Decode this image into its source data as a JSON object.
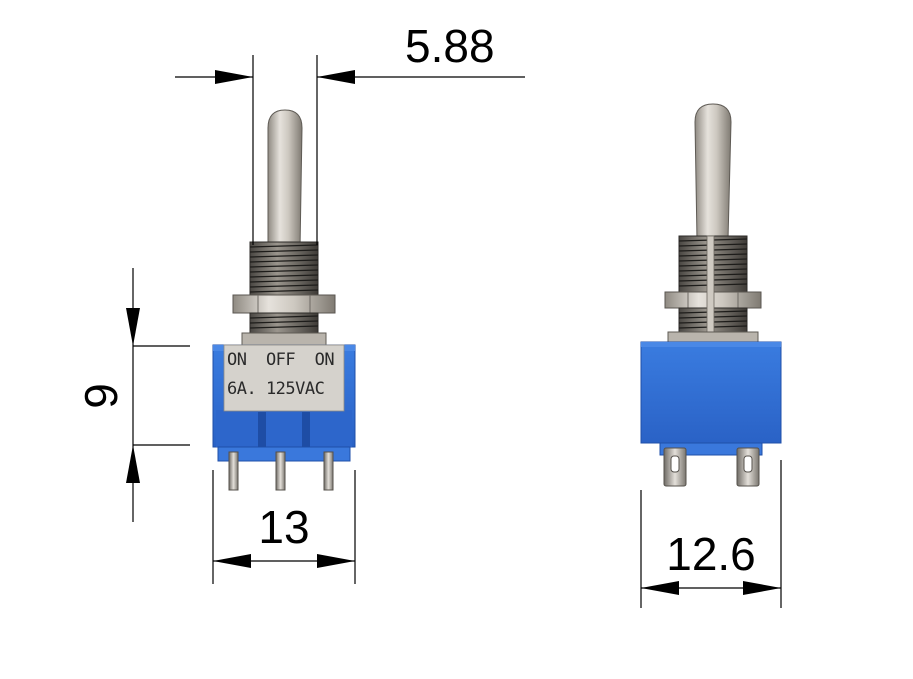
{
  "dimensions": {
    "toggle_width": "5.88",
    "body_height": "9",
    "body_width_front": "13",
    "body_width_side": "12.6"
  },
  "switch_label": {
    "line1": "ON  OFF  ON",
    "line2": "6A. 125VAC"
  },
  "colors": {
    "body_blue": "#2f6fd6",
    "body_blue_dark": "#1f4fa8",
    "metal": "#c9c4bc",
    "metal_dark": "#7a766f",
    "line": "#000000"
  }
}
